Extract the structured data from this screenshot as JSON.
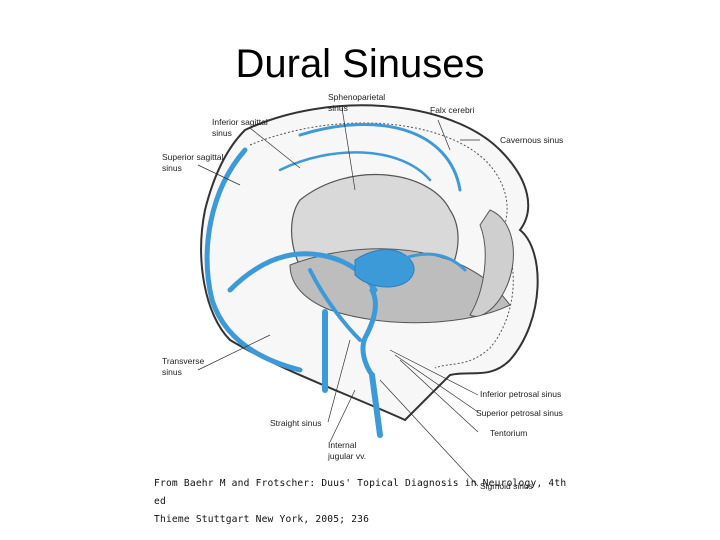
{
  "slide": {
    "title": "Dural Sinuses",
    "caption_line1": "From Baehr M and Frotscher: Duus' Topical Diagnosis in Neurology, 4th ed",
    "caption_line2": "Thieme Stuttgart New York, 2005; 236"
  },
  "figure": {
    "labels": {
      "sphenoparietal_1": "Sphenoparietal",
      "sphenoparietal_2": "sinus",
      "falx": "Falx cerebri",
      "inferior_sagittal_1": "Inferior sagittal",
      "inferior_sagittal_2": "sinus",
      "cavernous": "Cavernous sinus",
      "superior_sagittal_1": "Superior sagittal",
      "superior_sagittal_2": "sinus",
      "transverse_1": "Transverse",
      "transverse_2": "sinus",
      "inferior_petrosal": "Inferior petrosal sinus",
      "superior_petrosal": "Superior petrosal sinus",
      "tentorium": "Tentorium",
      "straight": "Straight sinus",
      "sigmoid": "Sigmoid sinus",
      "internal_jugular_1": "Internal",
      "internal_jugular_2": "jugular vv."
    },
    "colors": {
      "sinus": "#3d9ad8",
      "outline": "#333333",
      "shading": "#9a9a9a"
    }
  }
}
